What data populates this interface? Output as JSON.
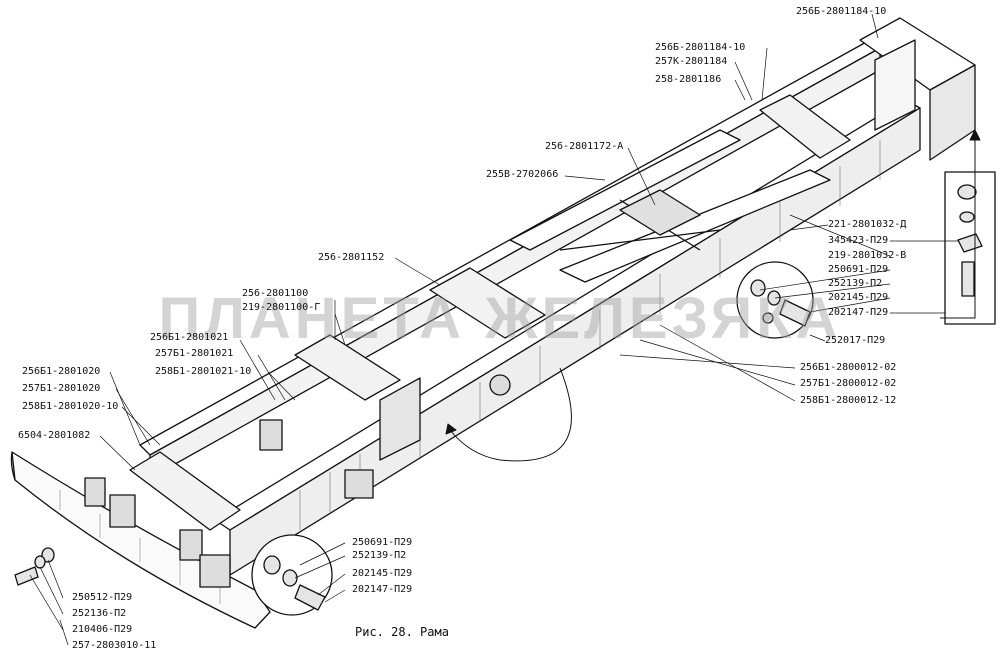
{
  "watermark": "ПЛАНЕТА ЖЕЛЕЗЯКА",
  "caption": "Рис. 28. Рама",
  "labels": [
    {
      "id": "lbl-1",
      "text": "256Б-2801184-10"
    },
    {
      "id": "lbl-2",
      "text": "256Б-2801184-10"
    },
    {
      "id": "lbl-3",
      "text": "257К-2801184"
    },
    {
      "id": "lbl-4",
      "text": "258-2801186"
    },
    {
      "id": "lbl-5",
      "text": "256-2801172-А"
    },
    {
      "id": "lbl-6",
      "text": "255В-2702066"
    },
    {
      "id": "lbl-7",
      "text": "221-2801032-Д"
    },
    {
      "id": "lbl-8",
      "text": "345423-П29"
    },
    {
      "id": "lbl-9",
      "text": "219-2801032-В"
    },
    {
      "id": "lbl-10",
      "text": "250691-П29"
    },
    {
      "id": "lbl-11",
      "text": "252139-П2"
    },
    {
      "id": "lbl-12",
      "text": "202145-П29"
    },
    {
      "id": "lbl-13",
      "text": "202147-П29"
    },
    {
      "id": "lbl-14",
      "text": "252017-П29"
    },
    {
      "id": "lbl-15",
      "text": "256-2801152"
    },
    {
      "id": "lbl-16",
      "text": "256-2801100"
    },
    {
      "id": "lbl-17",
      "text": "219-2801100-Г"
    },
    {
      "id": "lbl-18",
      "text": "256Б1-2801021"
    },
    {
      "id": "lbl-19",
      "text": "257Б1-2801021"
    },
    {
      "id": "lbl-20",
      "text": "258Б1-2801021-10"
    },
    {
      "id": "lbl-21",
      "text": "256Б1-2801020"
    },
    {
      "id": "lbl-22",
      "text": "257Б1-2801020"
    },
    {
      "id": "lbl-23",
      "text": "258Б1-2801020-10"
    },
    {
      "id": "lbl-24",
      "text": "6504-2801082"
    },
    {
      "id": "lbl-25",
      "text": "256Б1-2800012-02"
    },
    {
      "id": "lbl-26",
      "text": "257Б1-2800012-02"
    },
    {
      "id": "lbl-27",
      "text": "258Б1-2800012-12"
    },
    {
      "id": "lbl-28",
      "text": "250691-П29"
    },
    {
      "id": "lbl-29",
      "text": "252139-П2"
    },
    {
      "id": "lbl-30",
      "text": "202145-П29"
    },
    {
      "id": "lbl-31",
      "text": "202147-П29"
    },
    {
      "id": "lbl-32",
      "text": "250512-П29"
    },
    {
      "id": "lbl-33",
      "text": "252136-П2"
    },
    {
      "id": "lbl-34",
      "text": "210406-П29"
    },
    {
      "id": "lbl-35",
      "text": "257-2803010-11"
    }
  ]
}
